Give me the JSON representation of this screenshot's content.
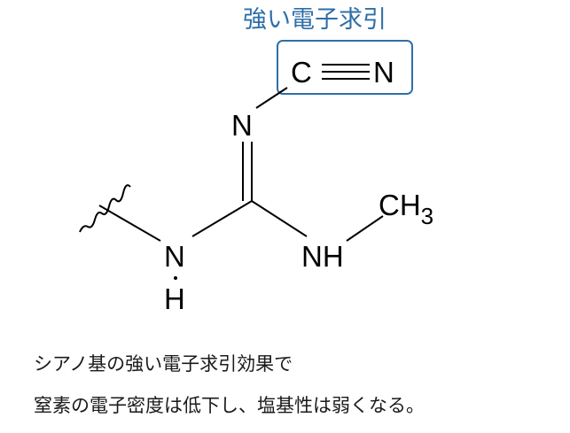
{
  "diagram": {
    "highlight_label": "強い電子求引",
    "atoms": {
      "cyano_c": "C",
      "cyano_n": "N",
      "imine_n": "N",
      "left_nh_n": "N",
      "left_nh_h": "H",
      "right_nh": "NH",
      "methyl_c": "CH",
      "methyl_sub": "3"
    }
  },
  "caption": {
    "line1": "シアノ基の強い電子求引効果で",
    "line2": "窒素の電子密度は低下し、塩基性は弱くなる。"
  },
  "colors": {
    "highlight": "#2f6fa8",
    "bond": "#000000",
    "text": "#1a1a1a"
  }
}
